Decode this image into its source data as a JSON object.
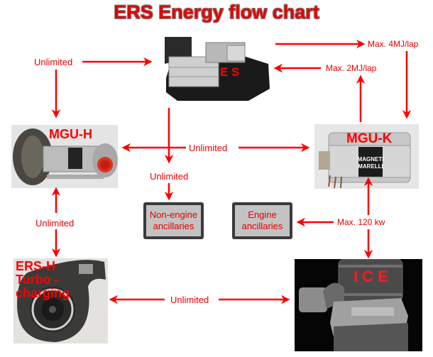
{
  "title": "ERS Energy flow chart",
  "colors": {
    "accent": "#e60000",
    "box_fill": "#c3c3c3",
    "box_border": "#3a3a3a"
  },
  "components": {
    "es": {
      "label": "E S",
      "icon": "battery-pack-image"
    },
    "mgu_h": {
      "label": "MGU-H",
      "icon": "mgu-h-image"
    },
    "mgu_k": {
      "label": "MGU-K",
      "icon": "mgu-k-image"
    },
    "ers_h": {
      "label_line1": "ERS-H",
      "label_line2": "Turbo -",
      "label_line3": "charging",
      "icon": "turbocharger-image"
    },
    "ice": {
      "label": "I C E",
      "icon": "engine-image"
    }
  },
  "boxes": {
    "non_engine": {
      "line1": "Non-engine",
      "line2": "ancillaries"
    },
    "engine": {
      "line1": "Engine",
      "line2": "ancillaries"
    }
  },
  "flows": {
    "mguh_to_es": "Unlimited",
    "es_to_mguk": "Max. 4MJ/lap",
    "mguk_to_es": "Max. 2MJ/lap",
    "mguh_mguk": "Unlimited",
    "to_non_engine": "Unlimited",
    "mguh_ersh": "Unlimited",
    "ice_engine_anc": "Max. 120 kw",
    "ersh_ice": "Unlimited"
  }
}
